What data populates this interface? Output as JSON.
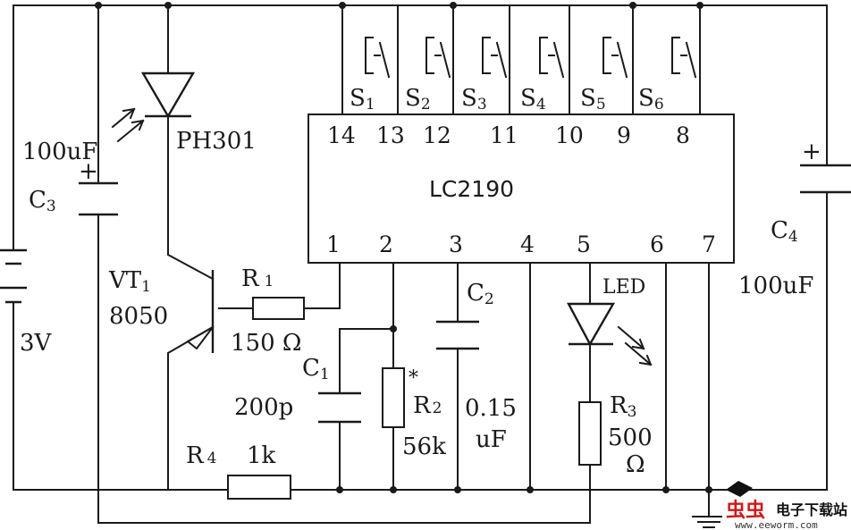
{
  "ic": {
    "label": "LC2190",
    "top_pins": [
      "14",
      "13",
      "12",
      "11",
      "10",
      "9",
      "8"
    ],
    "bottom_pins": [
      "1",
      "2",
      "3",
      "4",
      "5",
      "6",
      "7"
    ]
  },
  "switches": [
    {
      "letter": "S",
      "sub": "1"
    },
    {
      "letter": "S",
      "sub": "2"
    },
    {
      "letter": "S",
      "sub": "3"
    },
    {
      "letter": "S",
      "sub": "4"
    },
    {
      "letter": "S",
      "sub": "5"
    },
    {
      "letter": "S",
      "sub": "6"
    }
  ],
  "components": {
    "photodiode": "PH301",
    "c3": {
      "value": "100uF",
      "letter": "C",
      "sub": "3"
    },
    "battery": "3V",
    "transistor": {
      "letter": "VT",
      "sub": "1",
      "part": "8050"
    },
    "r1": {
      "letter": "R",
      "sub": "1",
      "value": "150 Ω"
    },
    "c1": {
      "letter": "C",
      "sub": "1",
      "value": "200p"
    },
    "r2": {
      "letter": "R",
      "sub": "2",
      "mark": "*",
      "value": "56k"
    },
    "c2": {
      "letter": "C",
      "sub": "2",
      "value_1": "0.15",
      "value_2": "uF"
    },
    "led": "LED",
    "r3": {
      "letter": "R",
      "sub": "3",
      "value_1": "500",
      "value_2": "Ω"
    },
    "c4": {
      "letter": "C",
      "sub": "4",
      "value": "100uF"
    },
    "r4": {
      "letter": "R",
      "sub": "4",
      "value": "1k"
    },
    "plus": "+"
  },
  "watermark": {
    "logo": "虫虫",
    "site_cn": "电子下载站",
    "url": "www.eeworm.com"
  },
  "colors": {
    "ink": "#1a1a1a",
    "watermark_red": "#d01818"
  }
}
